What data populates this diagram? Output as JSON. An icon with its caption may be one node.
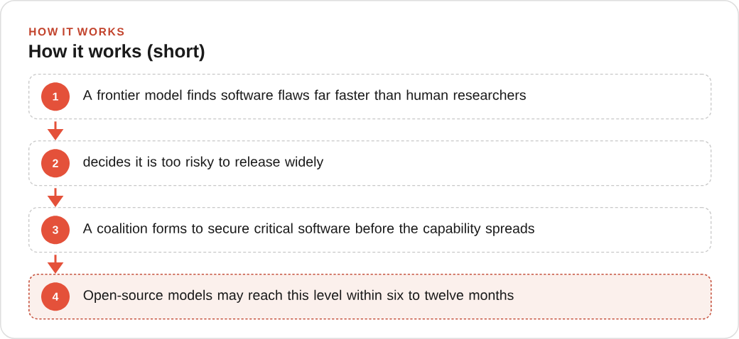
{
  "diagram": {
    "title": "How it works (short)",
    "nodes": [
      {
        "text": [
          "A frontier model finds software flaws far faster than human researchers"
        ]
      },
      {
        "text": [
          "1"
        ],
        "in": 0
      },
      {
        "text": [
          "decides it is too risky to release widely"
        ]
      },
      {
        "text": [
          "2"
        ],
        "in": 2
      },
      {
        "text": [
          "A coalition forms to secure critical software before the capability spreads"
        ]
      },
      {
        "text": [
          "3"
        ],
        "in": 4
      },
      {
        "text": [
          "Open-source models may reach this level within six to twelve months"
        ]
      },
      {
        "text": [
          "4"
        ],
        "in": 6
      }
    ],
    "edges": [
      {
        "from": 0,
        "to": 2,
        "arrow": "to"
      },
      {
        "from": 2,
        "to": 4,
        "arrow": "to"
      },
      {
        "from": 4,
        "to": 6,
        "arrow": "to"
      }
    ],
    "labels": [
      "HOW IT WORKS"
    ]
  }
}
